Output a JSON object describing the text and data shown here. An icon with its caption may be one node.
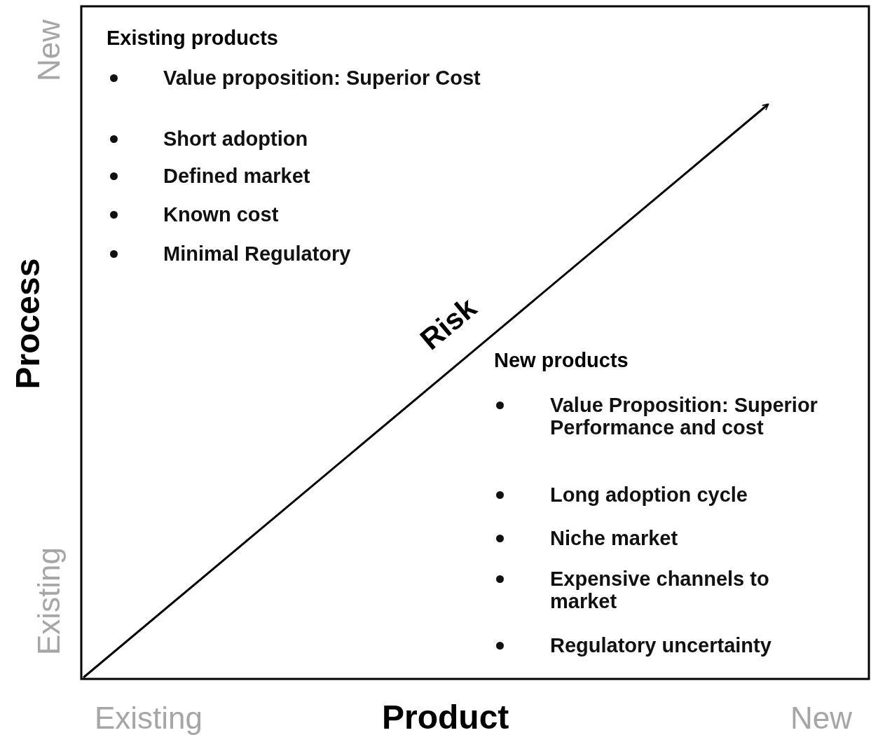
{
  "diagram": {
    "labels": [
      "New",
      "Existing",
      "Process",
      "Existing products",
      "Value proposition: Superior Cost",
      "Short adoption",
      "Defined market",
      "Known cost",
      "Minimal Regulatory",
      "Risk",
      "New products",
      "Value Proposition: Superior Performance and cost",
      "Long adoption cycle",
      "Niche market",
      "Expensive channels to market",
      "Regulatory uncertainty",
      "Existing",
      "Product",
      "New"
    ]
  }
}
